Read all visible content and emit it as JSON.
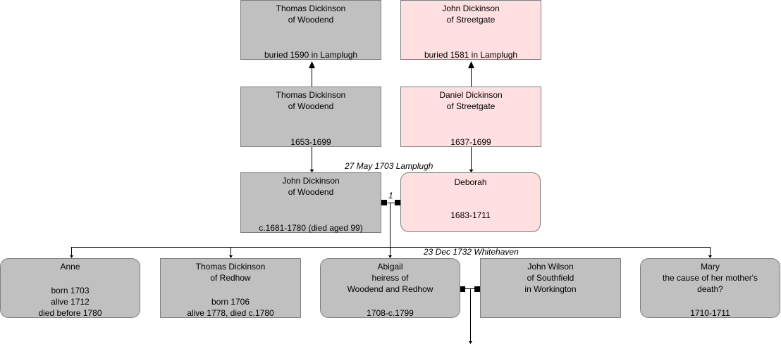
{
  "people": {
    "thomas_woodend_1590": {
      "name": "Thomas Dickinson",
      "of": "of Woodend",
      "date": "buried 1590 in Lamplugh"
    },
    "john_streetgate": {
      "name": "John Dickinson",
      "of": "of Streetgate",
      "date": "buried 1581 in Lamplugh"
    },
    "thomas_woodend_1653": {
      "name": "Thomas Dickinson",
      "of": "of Woodend",
      "date": "1653-1699"
    },
    "daniel_streetgate": {
      "name": "Daniel Dickinson",
      "of": "of Streetgate",
      "date": "1637-1699"
    },
    "john_woodend": {
      "name": "John Dickinson",
      "of": "of Woodend",
      "date": "c.1681-1780 (died aged 99)"
    },
    "deborah": {
      "name": "Deborah",
      "date": "1683-1711"
    },
    "anne": {
      "name": "Anne",
      "line1": "born 1703",
      "line2": "alive 1712",
      "line3": "died before 1780"
    },
    "thomas_redhow": {
      "name": "Thomas Dickinson",
      "of": "of Redhow",
      "line1": "born 1706",
      "line2": "alive 1778, died c.1780"
    },
    "abigail": {
      "name": "Abigail",
      "line1": "heiress of",
      "line2": "Woodend and Redhow",
      "date": "1708-c.1799"
    },
    "john_wilson": {
      "name": "John Wilson",
      "line1": "of Southfield",
      "line2": "in Workington"
    },
    "mary": {
      "name": "Mary",
      "line1": "the cause of her mother's",
      "line2": "death?",
      "date": "1710-1711"
    }
  },
  "marriages": {
    "john_deborah": {
      "label": "27 May 1703 Lamplugh",
      "number": "1"
    },
    "abigail_wilson": {
      "label": "23 Dec 1732 Whitehaven"
    }
  },
  "colors": {
    "grey": "#c0c0c0",
    "pink": "#ffdfdf",
    "line": "#000000",
    "border": "#7f7f7f"
  }
}
